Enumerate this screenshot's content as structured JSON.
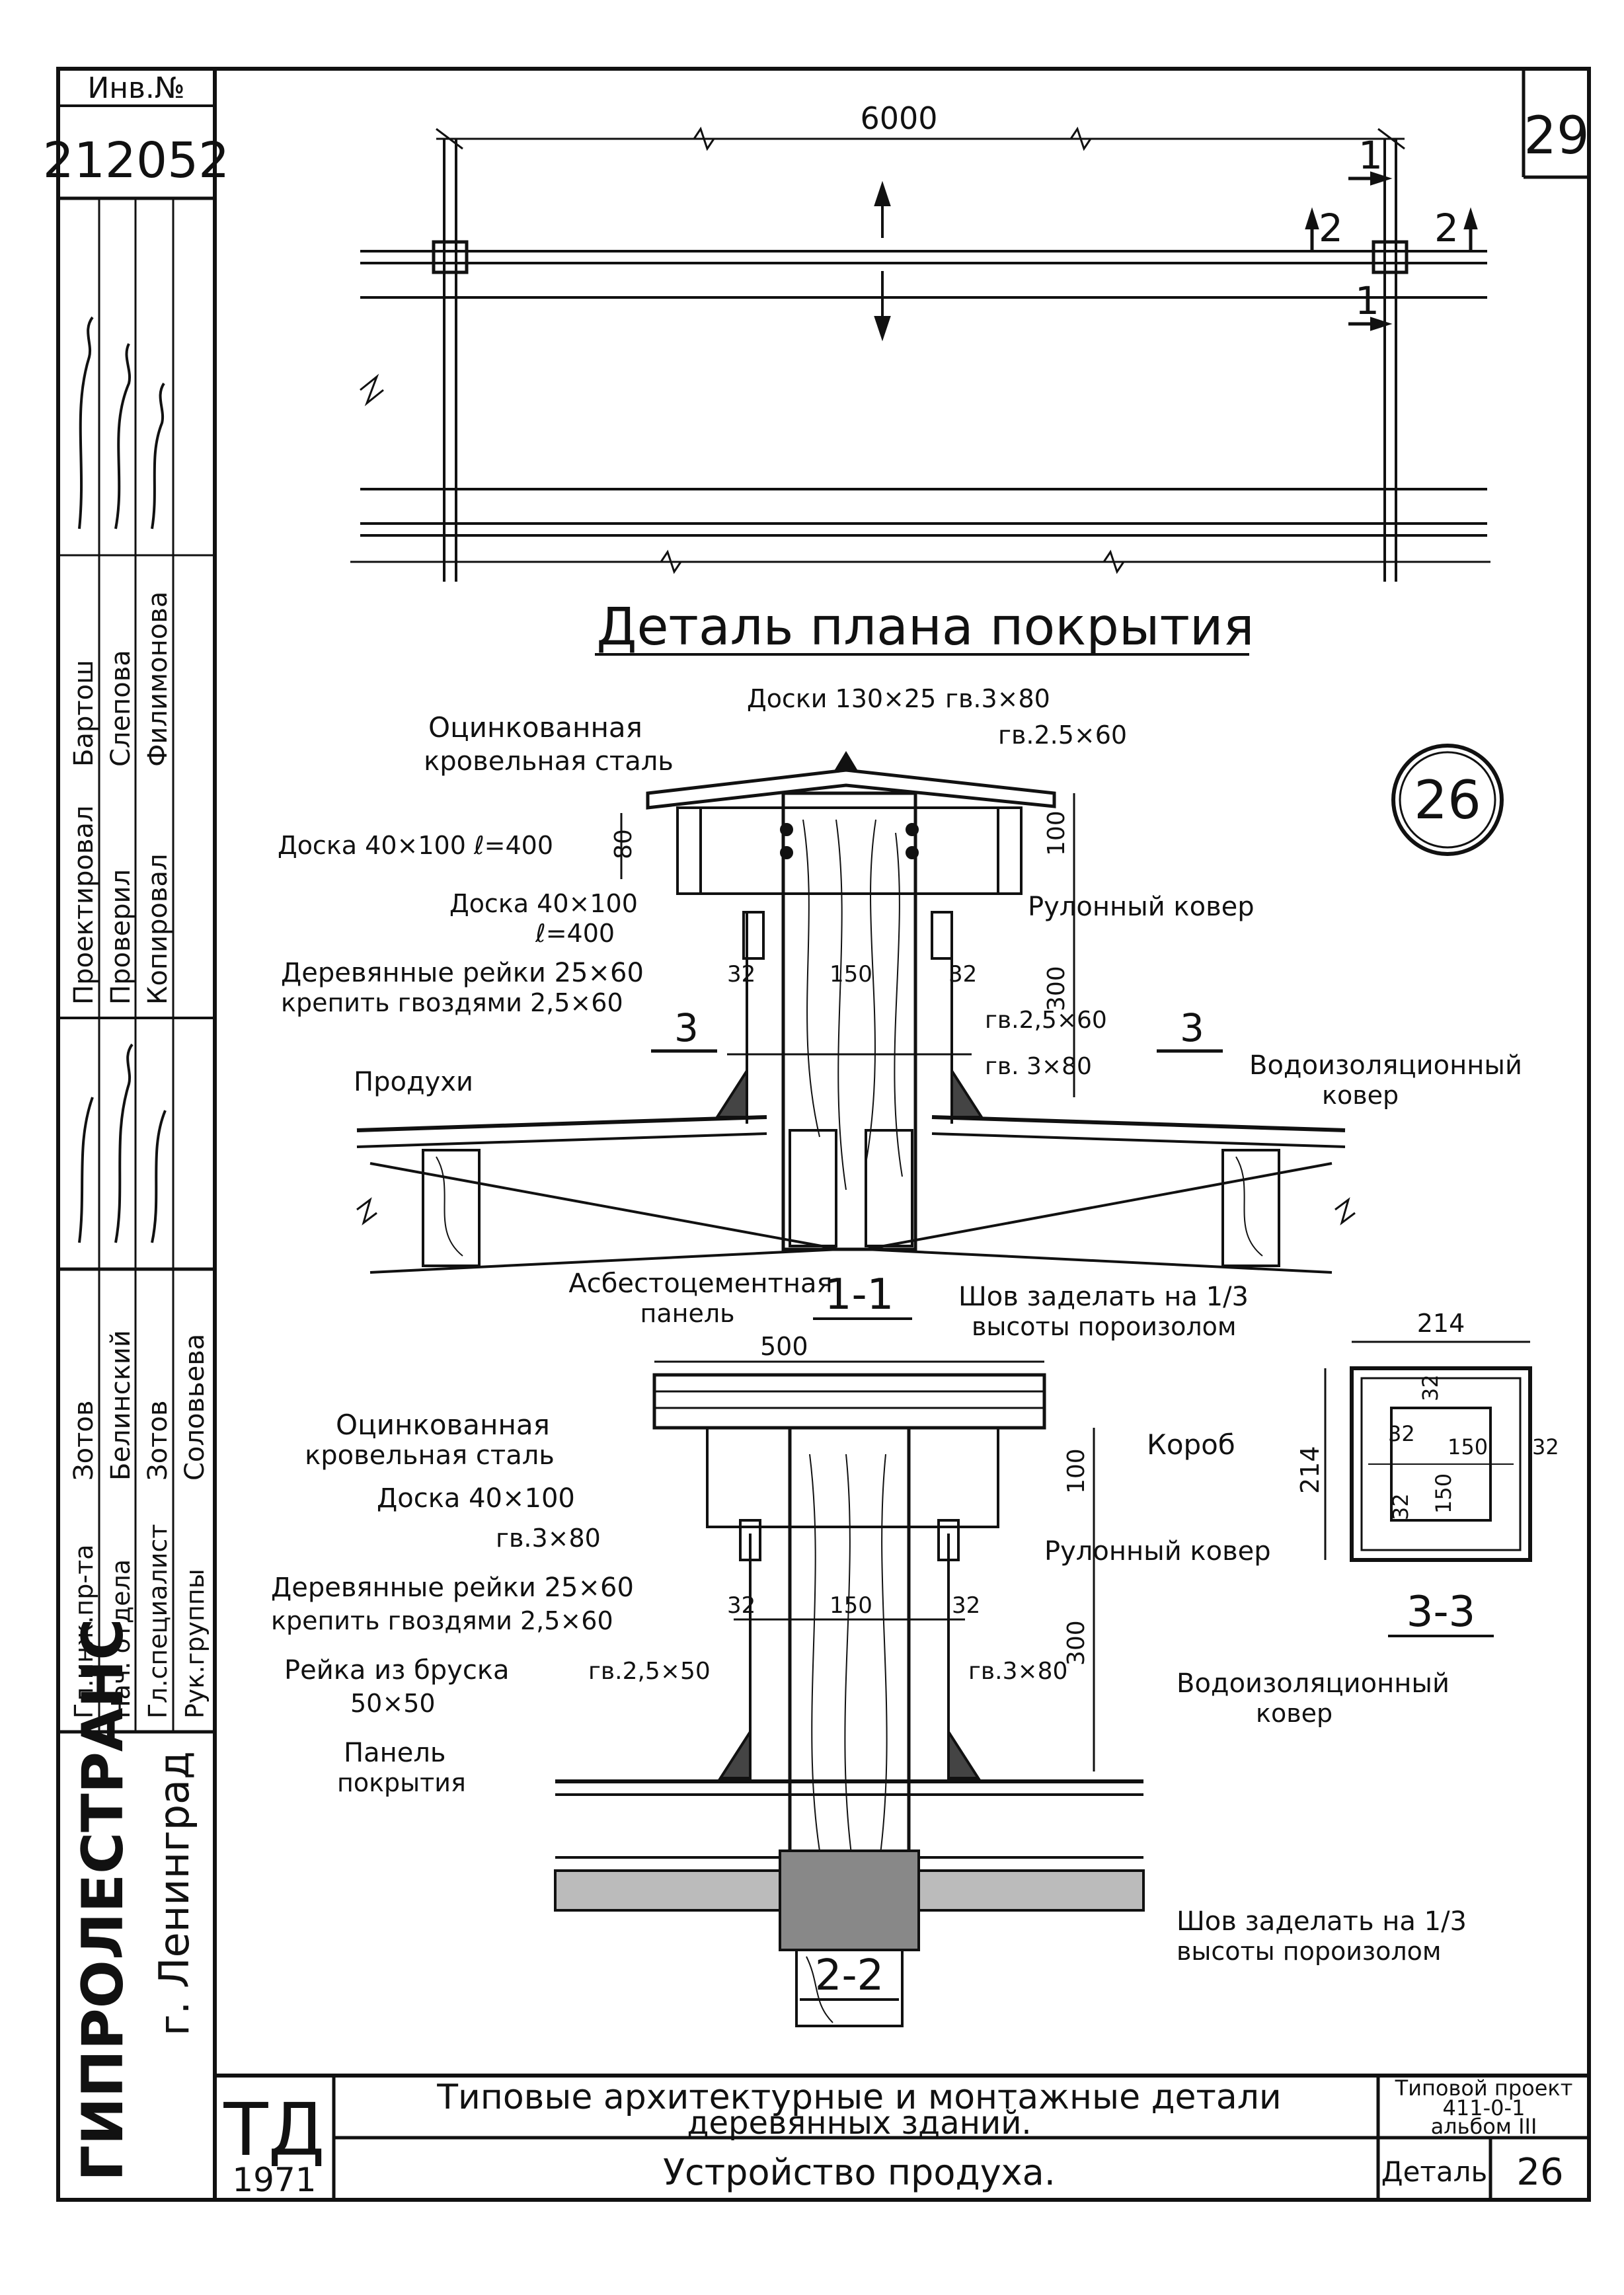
{
  "sheet": {
    "number": "29",
    "inventory_label": "Инв.№",
    "inventory_number": "212052",
    "detail_badge": "26"
  },
  "plan": {
    "title": "Деталь плана покрытия",
    "dimension": "6000",
    "section_1": "1",
    "section_2": "2"
  },
  "section_11": {
    "title": "1-1",
    "labels": {
      "zinc_steel": "Оцинкованная",
      "zinc_steel_2": "кровельная сталь",
      "boards": "Доски 130×25",
      "nail_3x80": "гв.3×80",
      "nail_25x60": "гв.2.5×60",
      "board_a": "Доска 40×100 ℓ=400",
      "board_b": "Доска 40×100",
      "board_b2": "ℓ=400",
      "rails": "Деревянные рейки 25×60",
      "rails_2": "крепить гвоздями 2,5×60",
      "vents": "Продухи",
      "roll_carpet": "Рулонный ковер",
      "nail_25x60_b": "гв.2,5×60",
      "nail_3x80_b": "гв. 3×80",
      "waterproof": "Водоизоляционный",
      "waterproof_2": "ковер",
      "asbestos": "Асбестоцементная",
      "asbestos_2": "панель",
      "seam": "Шов заделать на 1/3",
      "seam_2": "высоты пороизолом",
      "cut_3": "3"
    },
    "dims": {
      "d80": "80",
      "d100": "100",
      "d300": "300",
      "d32a": "32",
      "d150": "150",
      "d32b": "32"
    }
  },
  "section_22": {
    "title": "2-2",
    "labels": {
      "zinc_steel": "Оцинкованная",
      "zinc_steel_2": "кровельная сталь",
      "board": "Доска 40×100",
      "nail_3x80": "гв.3×80",
      "rails": "Деревянные рейки 25×60",
      "rails_2": "крепить гвоздями 2,5×60",
      "rail_bar": "Рейка из бруска",
      "rail_bar_2": "50×50",
      "nail_25x50": "гв.2,5×50",
      "nail_3x80_b": "гв.3×80",
      "panel": "Панель",
      "panel_2": "покрытия",
      "roll_carpet": "Рулонный ковер",
      "waterproof": "Водоизоляционный",
      "waterproof_2": "ковер",
      "seam": "Шов заделать на 1/3",
      "seam_2": "высоты пороизолом"
    },
    "dims": {
      "d500": "500",
      "d100": "100",
      "d300": "300",
      "d32a": "32",
      "d150": "150",
      "d32b": "32"
    }
  },
  "section_33": {
    "title": "3-3",
    "label": "Короб",
    "dims": {
      "w214": "214",
      "h214": "214",
      "d32t": "32",
      "d32l": "32",
      "d150a": "150",
      "d150b": "150",
      "d32r": "32",
      "d32b": "32"
    }
  },
  "stamp": {
    "roles": [
      "Гл.инж.пр-та",
      "Нач. отдела",
      "Гл.специалист",
      "Рук.группы"
    ],
    "col1": [
      "Зотов",
      "Белинский",
      "Зотов",
      "Соловьева"
    ],
    "roles2": [
      "Проектировал",
      "Проверил",
      "Копировал"
    ],
    "col2": [
      "Бартош",
      "Слепова",
      "Филимонова"
    ],
    "org": "ГИПРОЛЕСТРАНС",
    "city": "г. Ленинград",
    "td": "ТД",
    "year": "1971",
    "title_line1": "Типовые архитектурные и монтажные детали",
    "title_line2": "деревянных зданий.",
    "subtitle": "Устройство продуха.",
    "project_label": "Типовой проект",
    "project_number": "411-0-1",
    "album": "альбом III",
    "detail_label": "Деталь",
    "detail_number": "26"
  }
}
